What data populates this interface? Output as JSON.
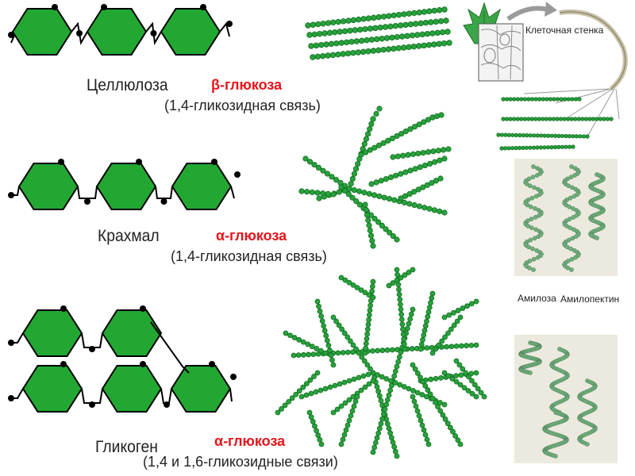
{
  "colors": {
    "hexagon_fill": "#22a832",
    "hexagon_stroke": "#000000",
    "chain_bead": "#27a33b",
    "chain_bead_dark": "#136b22",
    "accent_red": "#e8141b",
    "micro_panel_bg": "#ece9df",
    "micro_bead": "#6fae7c"
  },
  "rows": [
    {
      "name": "Целлюлоза",
      "glucose_type": "β-глюкоза",
      "bond": "(1,4-гликозидная связь)"
    },
    {
      "name": "Крахмал",
      "glucose_type": "α-глюкоза",
      "bond": "(1,4-гликозидная связь)"
    },
    {
      "name": "Гликоген",
      "glucose_type": "α-глюкоза",
      "bond": "(1,4 и 1,6-гликозидные связи)"
    }
  ],
  "plant_panel": {
    "label": "Клеточная стенка",
    "icons": [
      "leaf-icon",
      "cell-tissue-icon",
      "arrow-icon",
      "fibre-bundle-icon"
    ]
  },
  "starch_panel": {
    "amylose_label": "Амилоза",
    "amylopectin_label": "Амилопектин"
  }
}
